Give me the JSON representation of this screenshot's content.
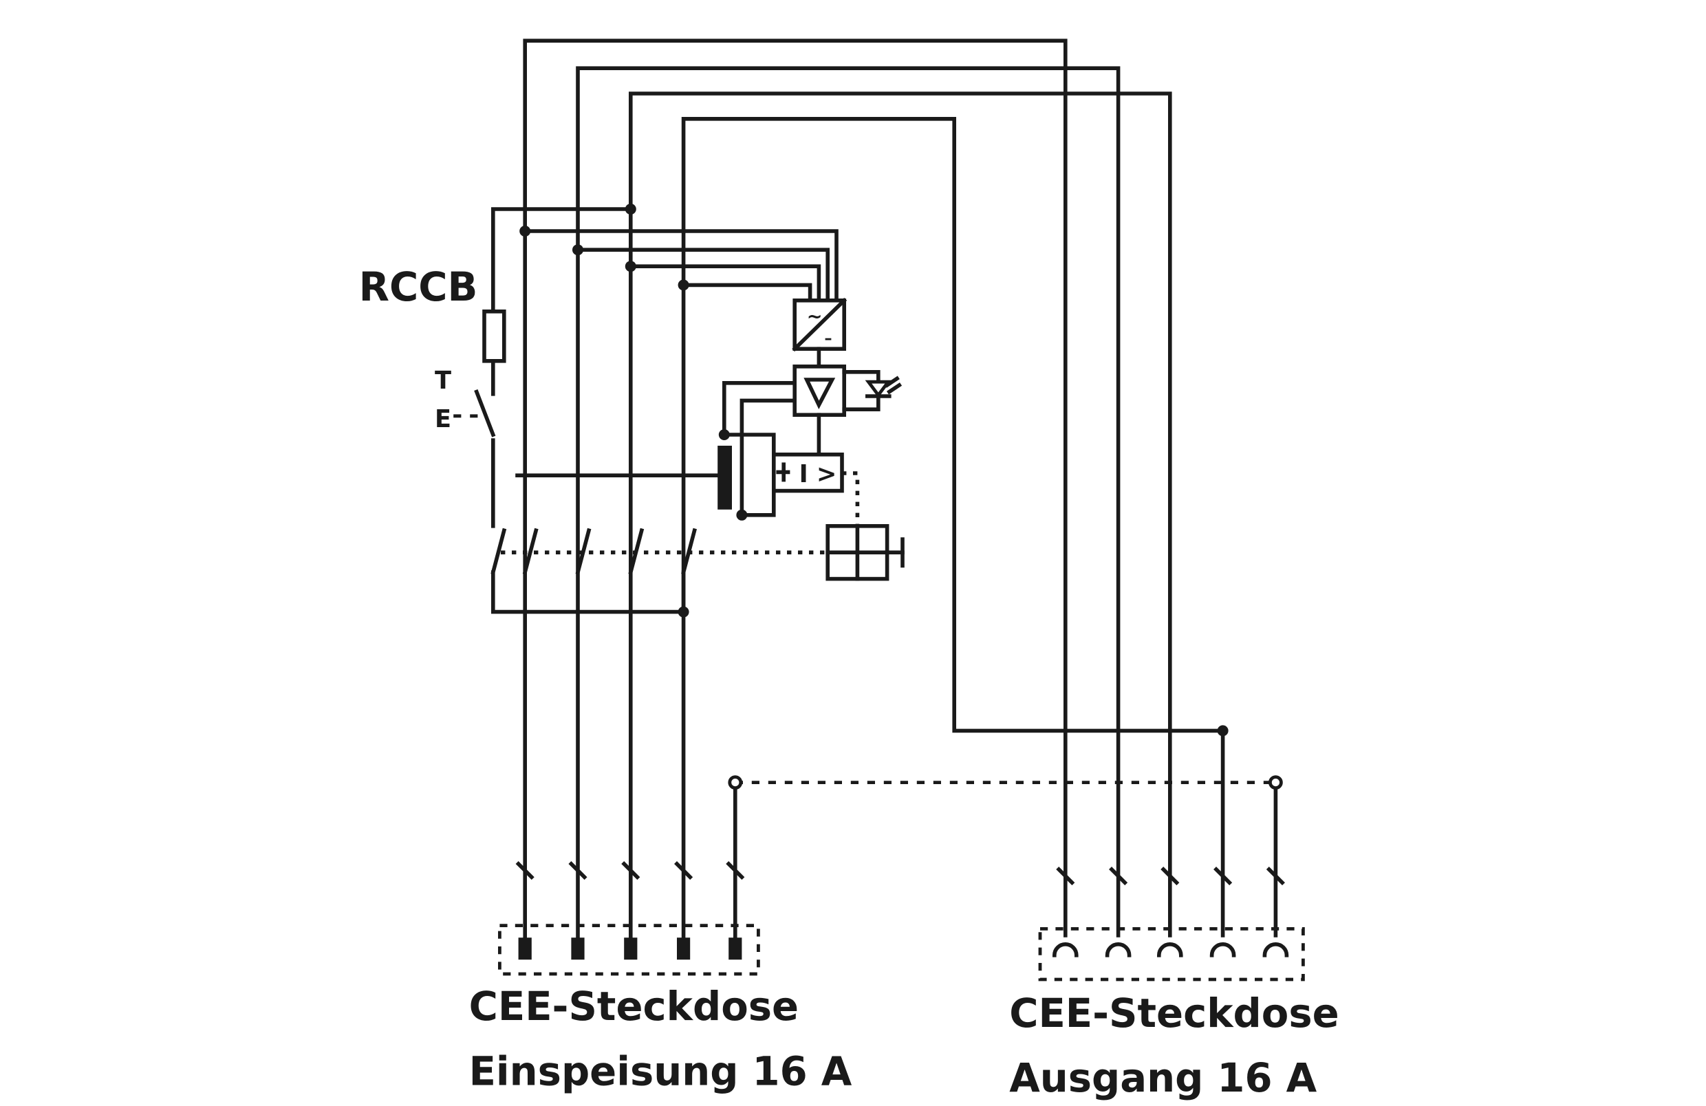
{
  "labels": {
    "rccb": "RCCB",
    "test_t": "T",
    "test_e": "E",
    "inlet_line1": "CEE-Steckdose",
    "inlet_line2": "Einspeisung 16 A",
    "outlet_line1": "CEE-Steckdose",
    "outlet_line2": "Ausgang 16 A"
  },
  "symbols": {
    "converter_top": "~",
    "converter_bottom": "–",
    "trip_relay": "I >"
  }
}
